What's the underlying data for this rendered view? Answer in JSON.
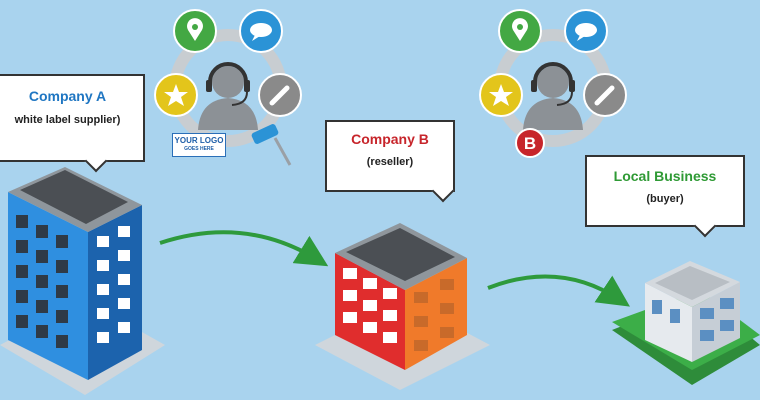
{
  "nodes": {
    "company_a": {
      "title": "Company A",
      "subtitle": "white label supplier)"
    },
    "company_b": {
      "title": "Company B",
      "subtitle": "(reseller)"
    },
    "local_business": {
      "title": "Local Business",
      "subtitle": "(buyer)"
    }
  },
  "branding": {
    "logo_line1": "YOUR LOGO",
    "logo_line2": "GOES HERE",
    "reseller_badge": "B"
  },
  "icons": [
    "location-pin-icon",
    "chat-bubble-icon",
    "star-icon",
    "pencil-icon",
    "headset-agent-icon",
    "paint-roller-icon"
  ],
  "colors": {
    "background": "#a9d3ee",
    "company_a_title": "#1f76c2",
    "company_b_title": "#c7252b",
    "local_business_title": "#2f9a35",
    "arrow": "#2e9a3c",
    "pin_icon": "#43a843",
    "chat_icon": "#2b93d6",
    "star_icon": "#e3c51b",
    "pencil_icon": "#8a8a8a"
  },
  "edges": [
    {
      "from": "company_a",
      "to": "company_b"
    },
    {
      "from": "company_b",
      "to": "local_business"
    }
  ]
}
